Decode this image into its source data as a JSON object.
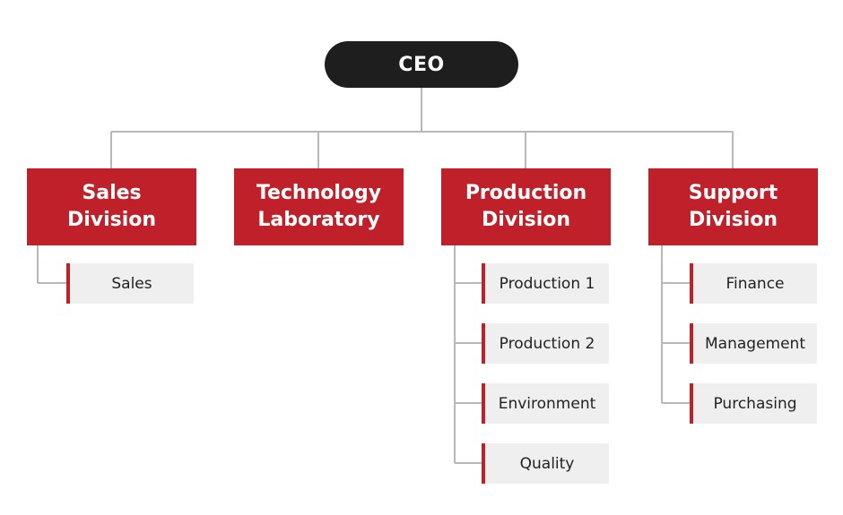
{
  "ceo": {
    "label": "CEO"
  },
  "divisions": [
    {
      "lines": [
        "Sales",
        "Division"
      ],
      "departments": [
        "Sales"
      ]
    },
    {
      "lines": [
        "Technology",
        "Laboratory"
      ],
      "departments": []
    },
    {
      "lines": [
        "Production",
        "Division"
      ],
      "departments": [
        "Production 1",
        "Production 2",
        "Environment",
        "Quality"
      ]
    },
    {
      "lines": [
        "Support",
        "Division"
      ],
      "departments": [
        "Finance",
        "Management",
        "Purchasing"
      ]
    }
  ],
  "colors": {
    "ceo_fill": "#1e1e1e",
    "division_fill": "#c0202a",
    "department_fill": "#efefef",
    "department_accent": "#c0202a",
    "connector": "#b8b8b8"
  }
}
